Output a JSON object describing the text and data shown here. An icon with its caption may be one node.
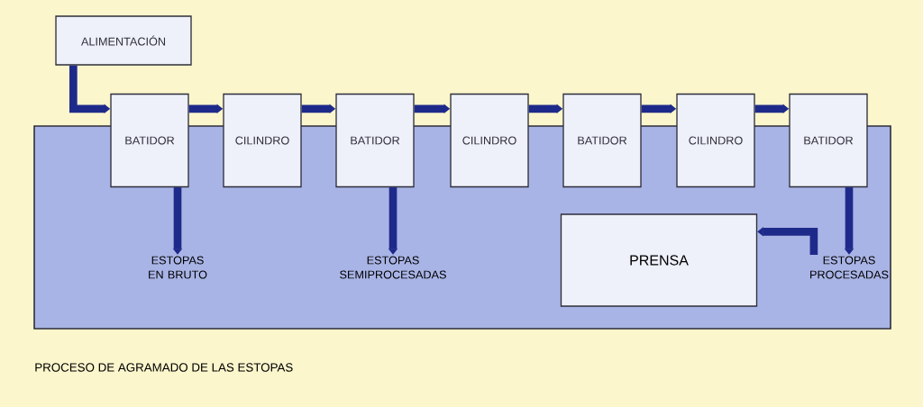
{
  "diagram": {
    "caption": "PROCESO DE AGRAMADO DE LAS ESTOPAS",
    "nodes": [
      {
        "text": [
          "ALIMENTACIÓN"
        ]
      },
      {
        "text": [
          "BATIDOR"
        ]
      },
      {
        "text": [
          "CILINDRO"
        ]
      },
      {
        "text": [
          "BATIDOR"
        ]
      },
      {
        "text": [
          "CILINDRO"
        ]
      },
      {
        "text": [
          "BATIDOR"
        ]
      },
      {
        "text": [
          "CILINDRO"
        ]
      },
      {
        "text": [
          "BATIDOR"
        ]
      },
      {
        "text": [
          "ESTOPAS EN BRUTO"
        ]
      },
      {
        "text": [
          "ESTOPAS SEMIPROCESADAS"
        ]
      },
      {
        "text": [
          "ESTOPAS PROCESADAS"
        ]
      },
      {
        "text": [
          "PRENSA"
        ]
      }
    ],
    "edges": [
      {
        "from": 0,
        "to": 1,
        "arrow": "to"
      },
      {
        "from": 1,
        "to": 2,
        "arrow": "to"
      },
      {
        "from": 2,
        "to": 3,
        "arrow": "to"
      },
      {
        "from": 3,
        "to": 4,
        "arrow": "to"
      },
      {
        "from": 4,
        "to": 5,
        "arrow": "to"
      },
      {
        "from": 5,
        "to": 6,
        "arrow": "to"
      },
      {
        "from": 6,
        "to": 7,
        "arrow": "to"
      },
      {
        "from": 1,
        "to": 8,
        "arrow": "to"
      },
      {
        "from": 3,
        "to": 9,
        "arrow": "to"
      },
      {
        "from": 7,
        "to": 10,
        "arrow": "to"
      },
      {
        "from": 10,
        "to": 11,
        "arrow": "to"
      }
    ]
  }
}
